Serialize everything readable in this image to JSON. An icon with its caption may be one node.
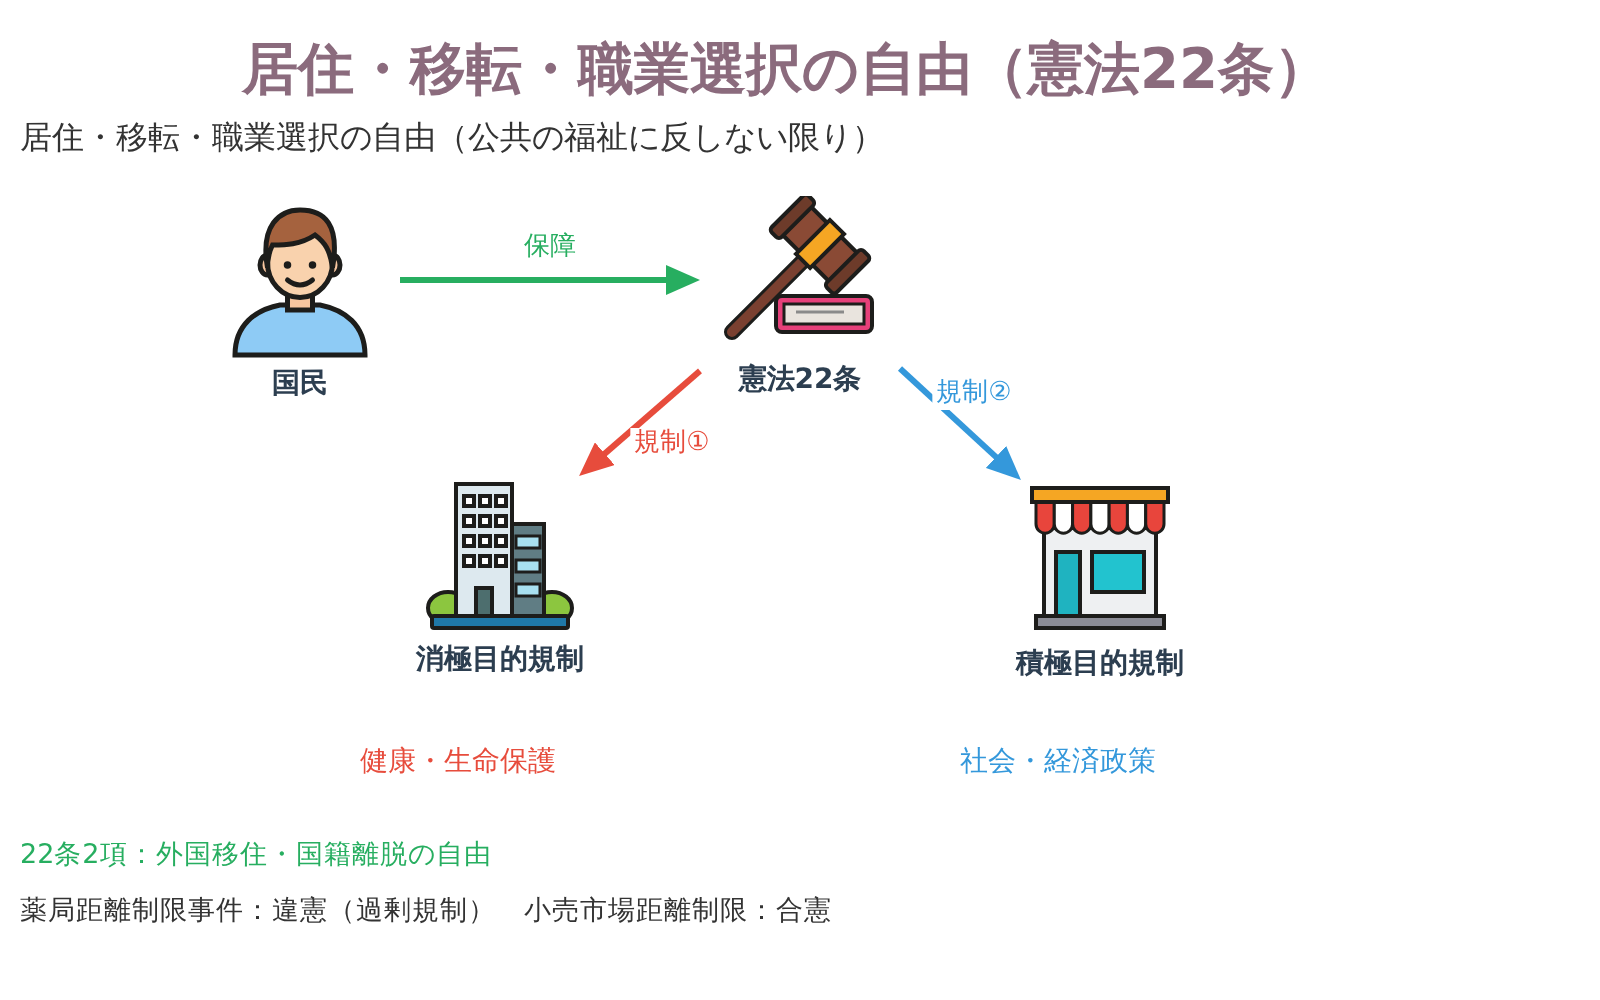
{
  "diagram": {
    "title": "居住・移転・職業選択の自由（憲法22条）",
    "nodes": [
      {
        "text": [
          "国民"
        ]
      },
      {
        "text": [
          "憲法22条"
        ]
      },
      {
        "text": [
          "消極目的規制"
        ]
      },
      {
        "text": [
          "積極目的規制"
        ]
      }
    ],
    "edges": [
      {
        "from": 0,
        "to": 1,
        "arrow": "to",
        "label": "保障",
        "color": "#27ae60"
      },
      {
        "from": 1,
        "to": 2,
        "arrow": "to",
        "label": "規制①",
        "color": "#e74c3c"
      },
      {
        "from": 1,
        "to": 3,
        "arrow": "to",
        "label": "規制②",
        "color": "#3498db"
      }
    ],
    "labels": [
      "居住・移転・職業選択の自由（公共の福祉に反しない限り）",
      "健康・生命保護",
      "社会・経済政策",
      "22条2項：外国移住・国籍離脱の自由",
      "薬局距離制限事件：違憲（過剰規制）",
      "小売市場距離制限：合憲"
    ]
  }
}
